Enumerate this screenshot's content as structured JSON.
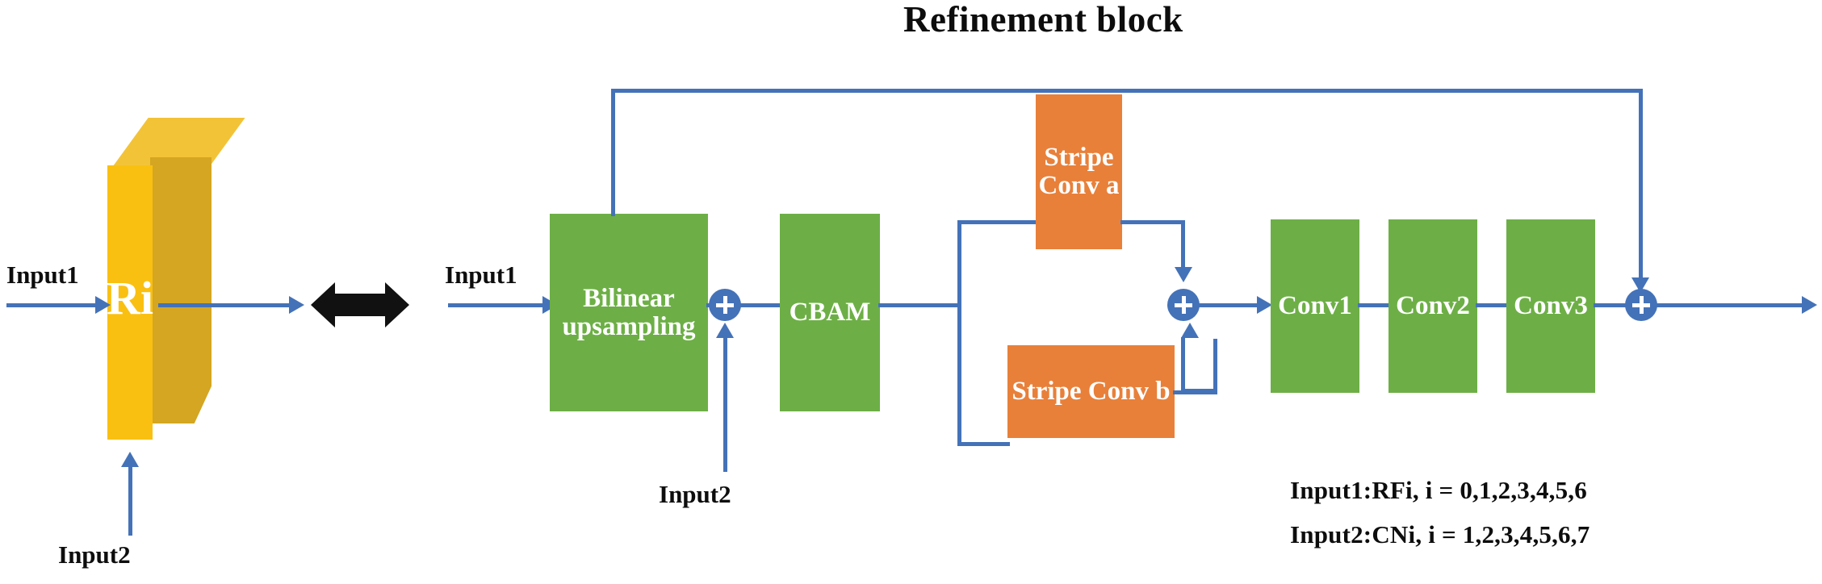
{
  "title": "Refinement block",
  "left_diagram": {
    "input1_label": "Input1",
    "input2_label": "Input2",
    "block_label": "Ri"
  },
  "equivalence_icon": "double-headed-arrow",
  "right_diagram": {
    "input1_label": "Input1",
    "input2_label": "Input2",
    "blocks": [
      {
        "id": "bilinear",
        "label": "Bilinear upsampling",
        "color": "#6DAF46"
      },
      {
        "id": "cbam",
        "label": "CBAM",
        "color": "#6DAF46"
      },
      {
        "id": "stripe-conv-a",
        "label": "Stripe Conv a",
        "color": "#E8803A"
      },
      {
        "id": "stripe-conv-b",
        "label": "Stripe Conv b",
        "color": "#E8803A"
      },
      {
        "id": "conv1",
        "label": "Conv1",
        "color": "#6DAF46"
      },
      {
        "id": "conv2",
        "label": "Conv2",
        "color": "#6DAF46"
      },
      {
        "id": "conv3",
        "label": "Conv3",
        "color": "#6DAF46"
      }
    ],
    "operators": [
      {
        "id": "add-1",
        "symbol": "+"
      },
      {
        "id": "add-2",
        "symbol": "+"
      },
      {
        "id": "add-3",
        "symbol": "+"
      }
    ]
  },
  "legend": {
    "line1": "Input1:RFi, i = 0,1,2,3,4,5,6",
    "line2": "Input2:CNi, i = 1,2,3,4,5,6,7"
  },
  "colors": {
    "green": "#6DAF46",
    "orange": "#E8803A",
    "yellow_front": "#FAC011",
    "yellow_top": "#F3C337",
    "yellow_side": "#D4A621",
    "connector_blue": "#4472B8",
    "text_black": "#0D0D0D",
    "text_white": "#FFFFFF"
  }
}
